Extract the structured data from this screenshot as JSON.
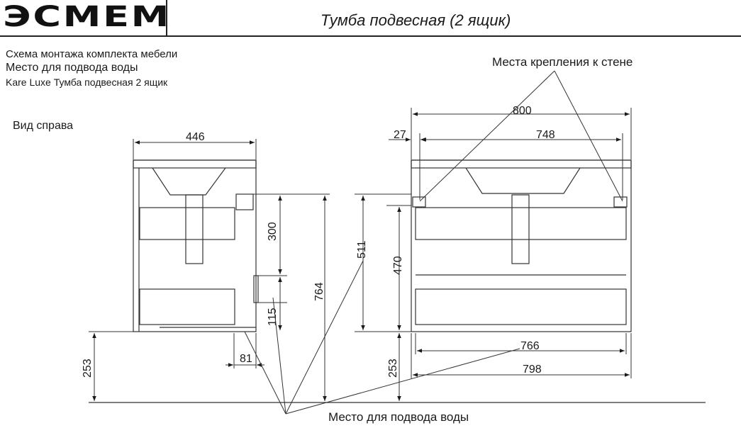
{
  "header": {
    "logo": "ЭСМЕМ",
    "title": "Тумба подвесная (2 ящик)"
  },
  "notes": [
    "Схема монтажа комплекта мебели",
    "Место для подвода воды",
    "Kare Luxe Тумба подвесная 2 ящик"
  ],
  "views": {
    "side": {
      "label": "Вид справа",
      "dimensions": {
        "width": "446",
        "drawer_top": "300",
        "drawer_bottom": "115",
        "total_height": "764",
        "water_offset": "81",
        "floor_gap": "253"
      }
    },
    "front": {
      "mount_label": "Места крепления к стене",
      "water_label": "Место для подвода воды",
      "dimensions": {
        "total_width": "800",
        "edge_offset": "27",
        "inner_width": "748",
        "height_a": "511",
        "height_b": "470",
        "floor_gap": "253",
        "drawer_width": "766",
        "body_width": "798"
      }
    }
  }
}
